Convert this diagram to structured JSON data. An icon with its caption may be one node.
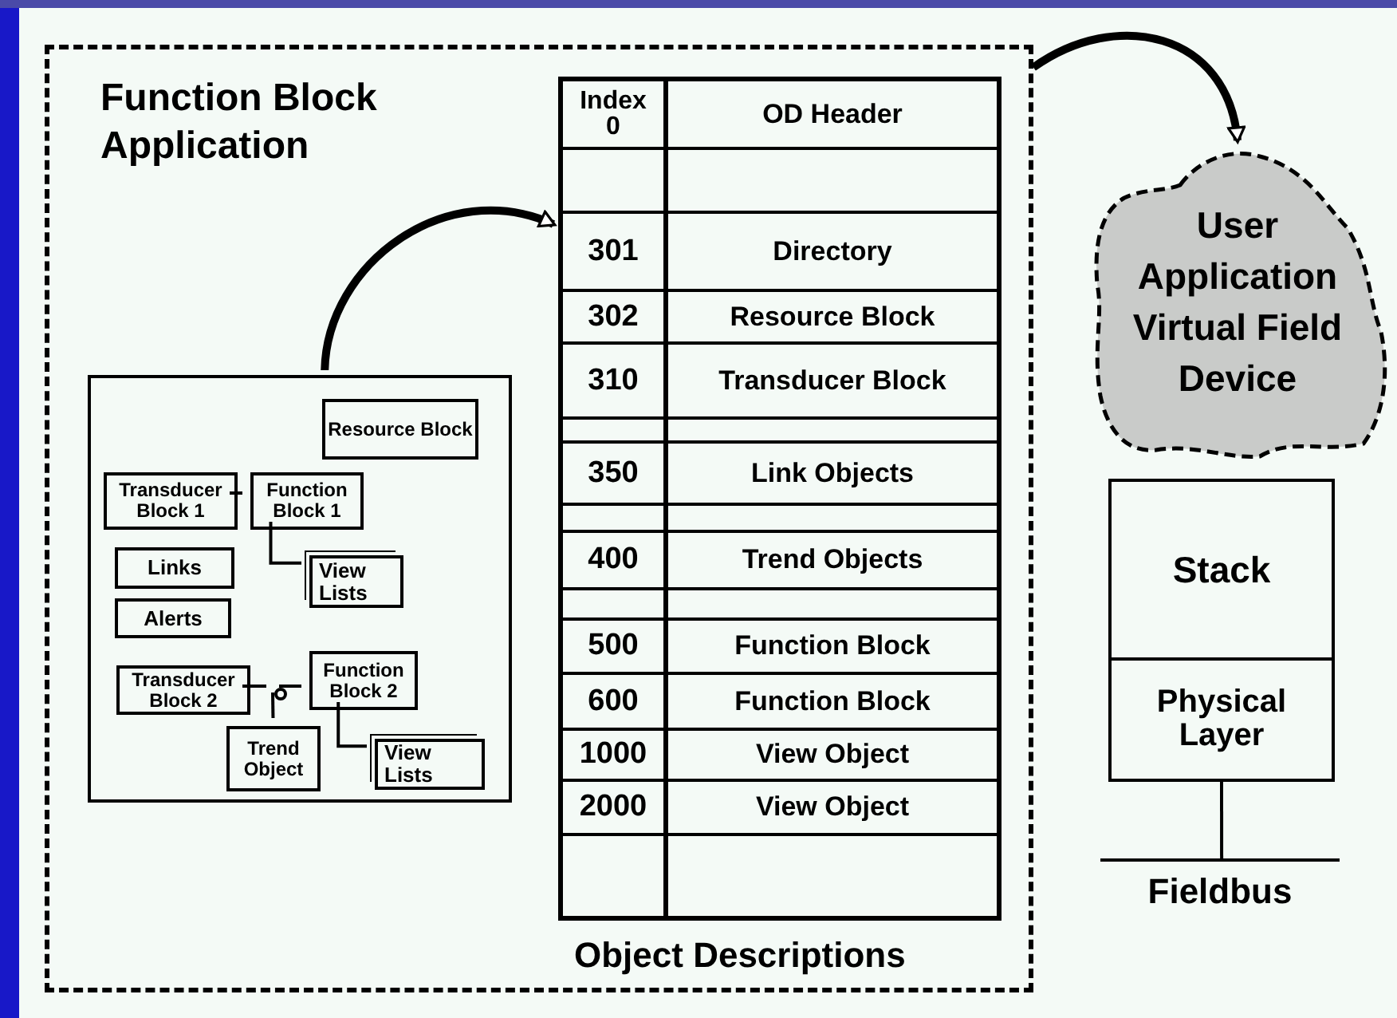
{
  "diagram": {
    "nodes": [
      {
        "text": [
          "Function Block Application"
        ]
      },
      {
        "text": [],
        "shape": "box",
        "in": 0
      },
      {
        "text": [
          "Resource Block"
        ],
        "in": 1
      },
      {
        "text": [
          "Transducer Block 1"
        ],
        "in": 1
      },
      {
        "text": [
          "Function Block 1"
        ],
        "in": 1
      },
      {
        "text": [
          "View Lists"
        ],
        "in": 1
      },
      {
        "text": [
          "Links"
        ],
        "in": 1
      },
      {
        "text": [
          "Alerts"
        ],
        "in": 1
      },
      {
        "text": [
          "Transducer Block 2"
        ],
        "in": 1
      },
      {
        "text": [],
        "shape": "circle",
        "in": 1
      },
      {
        "text": [
          "Function Block 2"
        ],
        "in": 1
      },
      {
        "text": [
          "Trend Object"
        ],
        "in": 1
      },
      {
        "text": [
          "View Lists"
        ],
        "in": 1
      },
      {
        "text": [
          "Object Descriptions"
        ],
        "in": 0
      },
      {
        "text": [
          "User Application Virtual Field Device"
        ]
      },
      {
        "text": [
          "Stack"
        ]
      },
      {
        "text": [
          "Physical Layer"
        ]
      },
      {
        "text": [
          "Fieldbus"
        ]
      }
    ],
    "edges": [
      {
        "from": 1,
        "to": 13,
        "arrow": "to",
        "style": "thick"
      },
      {
        "from": 0,
        "to": 14,
        "arrow": "to",
        "style": "thick"
      },
      {
        "from": 3,
        "to": 4,
        "arrow": "none"
      },
      {
        "from": 4,
        "to": 5,
        "arrow": "none"
      },
      {
        "from": 8,
        "to": 9,
        "arrow": "none"
      },
      {
        "from": 9,
        "to": 10,
        "arrow": "none"
      },
      {
        "from": 9,
        "to": 11,
        "arrow": "none"
      },
      {
        "from": 10,
        "to": 12,
        "arrow": "none"
      },
      {
        "from": 16,
        "to": 17,
        "arrow": "none"
      }
    ],
    "labels": [
      "Index 0",
      "OD Header",
      "301",
      "Directory",
      "302",
      "Resource Block",
      "310",
      "Transducer Block",
      "350",
      "Link Objects",
      "400",
      "Trend Objects",
      "500",
      "Function Block",
      "600",
      "Function Block",
      "1000",
      "View Object",
      "2000",
      "View Object"
    ]
  }
}
